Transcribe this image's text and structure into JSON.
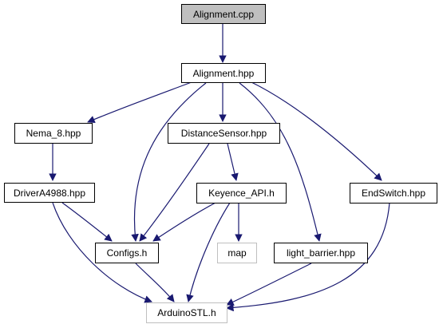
{
  "colors": {
    "edge": "#191970",
    "node_border": "#000000",
    "external_border": "#bfbfbf",
    "root_fill": "#bfbfbf"
  },
  "nodes": {
    "alignment_cpp": "Alignment.cpp",
    "alignment_hpp": "Alignment.hpp",
    "nema_8_hpp": "Nema_8.hpp",
    "distancesensor_hpp": "DistanceSensor.hpp",
    "drivera4988_hpp": "DriverA4988.hpp",
    "keyence_api_h": "Keyence_API.h",
    "endswitch_hpp": "EndSwitch.hpp",
    "configs_h": "Configs.h",
    "map": "map",
    "light_barrier_hpp": "light_barrier.hpp",
    "arduinostl_h": "ArduinoSTL.h"
  }
}
